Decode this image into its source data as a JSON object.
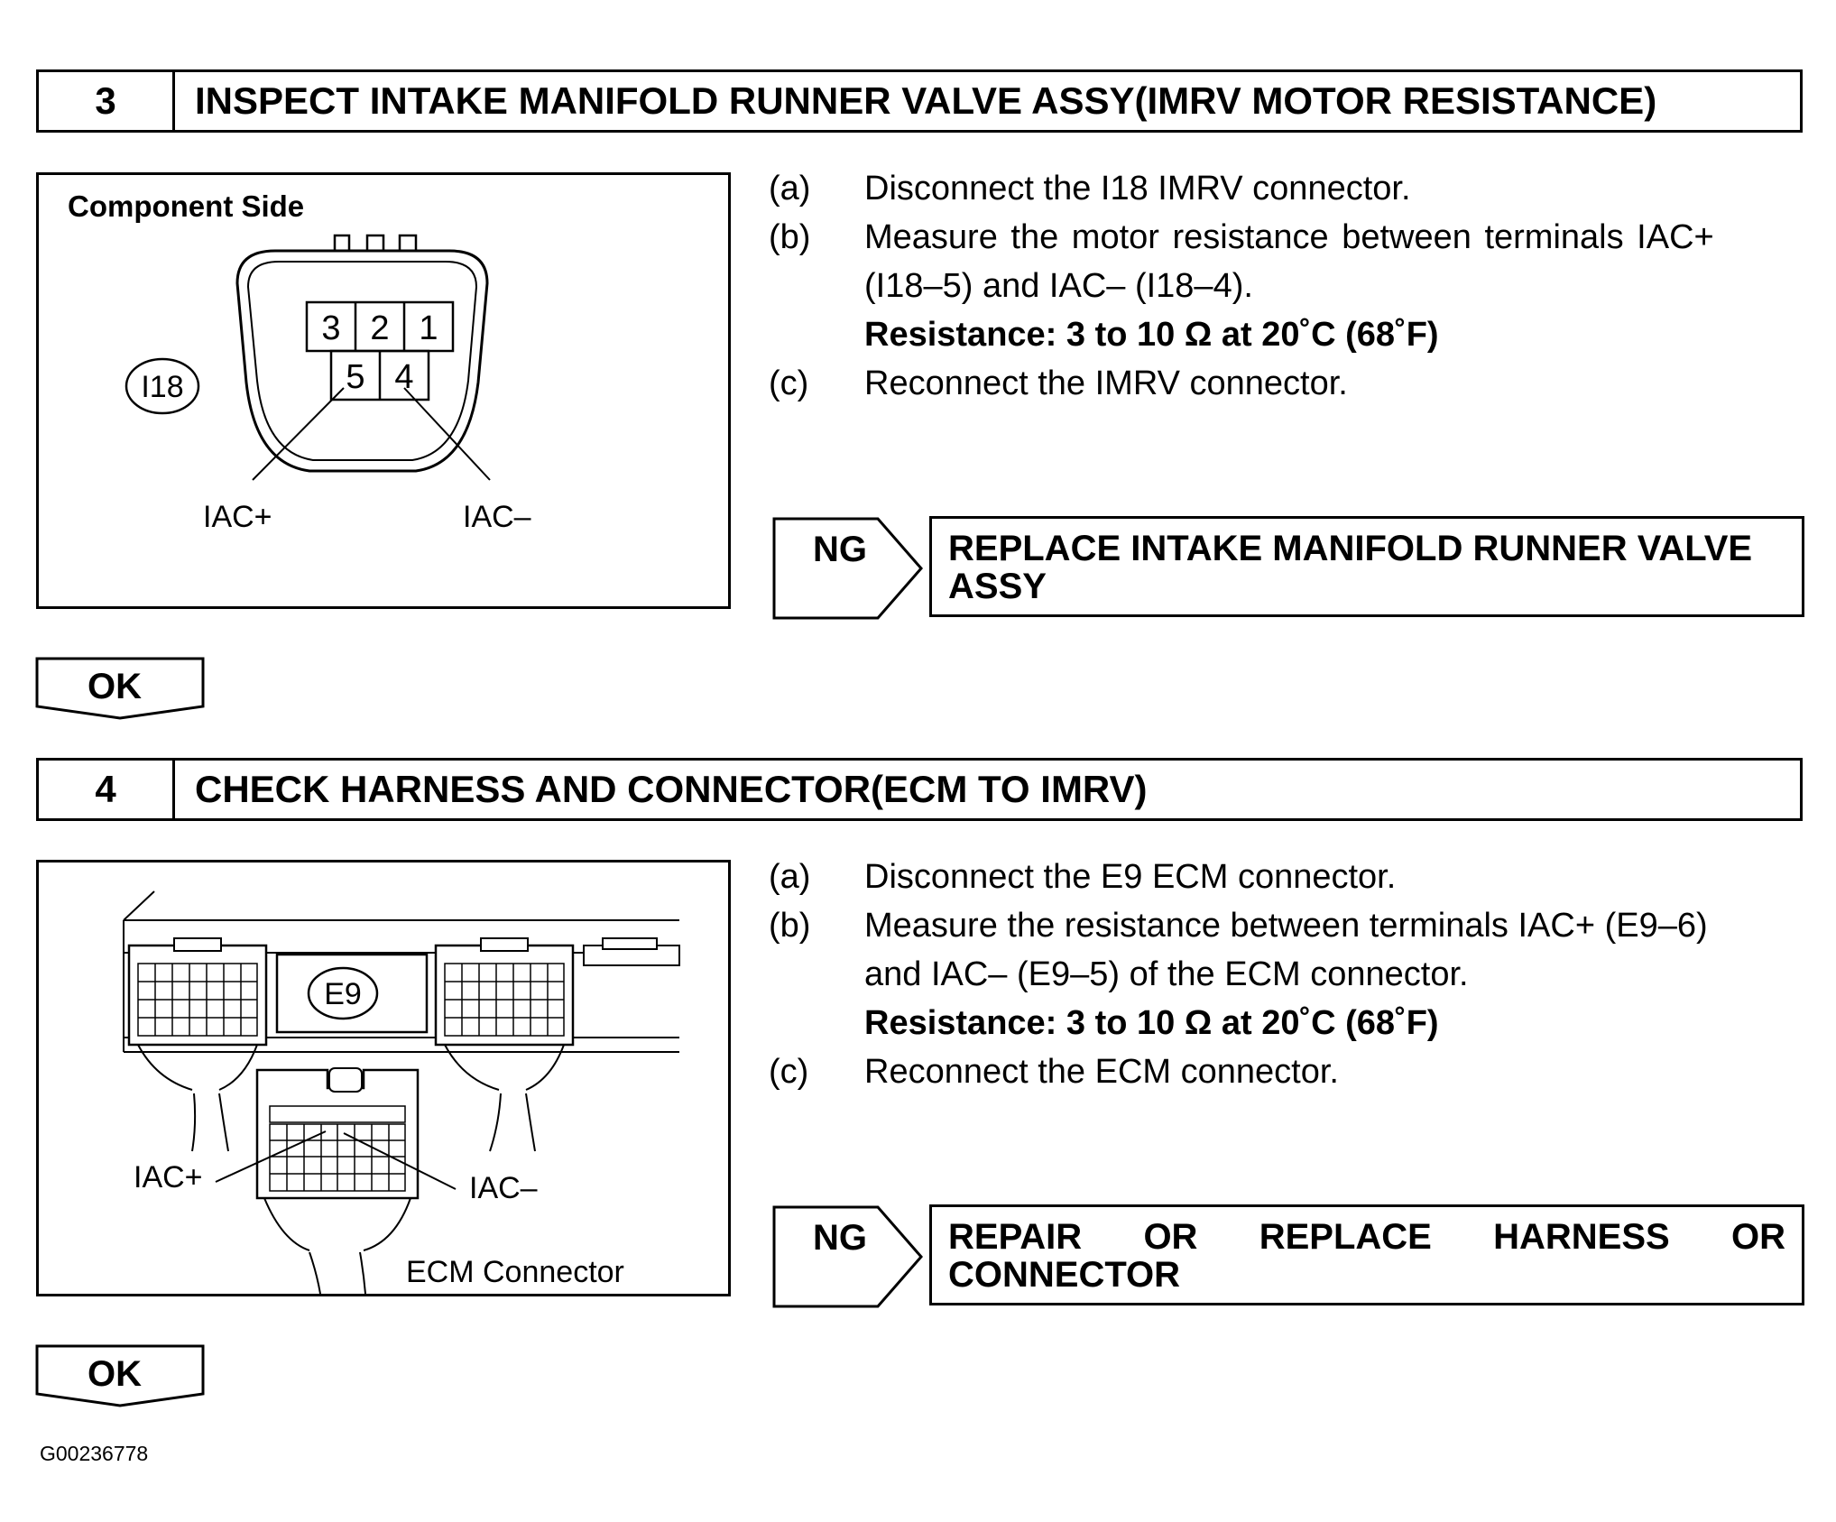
{
  "step3": {
    "number": "3",
    "title": "INSPECT INTAKE MANIFOLD RUNNER VALVE ASSY(IMRV MOTOR RESISTANCE)",
    "figure": {
      "heading": "Component Side",
      "connector_id": "I18",
      "pins_top": [
        "3",
        "2",
        "1"
      ],
      "pins_bottom": [
        "5",
        "4"
      ],
      "label_left": "IAC+",
      "label_right": "IAC–"
    },
    "steps": [
      {
        "label": "(a)",
        "lines": [
          "Disconnect the I18 IMRV connector."
        ]
      },
      {
        "label": "(b)",
        "lines": [
          "Measure the motor resistance between terminals IAC+",
          "(I18–5) and IAC– (I18–4)."
        ]
      },
      {
        "label": "(c)",
        "lines": [
          "Reconnect the IMRV connector."
        ]
      }
    ],
    "spec": "Resistance: 3 to 10 Ω at 20˚C (68˚F)",
    "ng_label": "NG",
    "ng_result_line1": "REPLACE INTAKE MANIFOLD RUNNER VALVE",
    "ng_result_line2": "ASSY",
    "ok_label": "OK"
  },
  "step4": {
    "number": "4",
    "title": "CHECK HARNESS AND CONNECTOR(ECM TO IMRV)",
    "figure": {
      "connector_id": "E9",
      "label_left": "IAC+",
      "label_right": "IAC–",
      "caption": "ECM Connector"
    },
    "steps": [
      {
        "label": "(a)",
        "lines": [
          "Disconnect the E9 ECM connector."
        ]
      },
      {
        "label": "(b)",
        "lines": [
          "Measure the resistance between terminals IAC+ (E9–6)",
          "and IAC– (E9–5) of the ECM connector."
        ]
      },
      {
        "label": "(c)",
        "lines": [
          "Reconnect the ECM connector."
        ]
      }
    ],
    "spec": "Resistance: 3 to 10 Ω at 20˚C (68˚F)",
    "ng_label": "NG",
    "ng_result_words": [
      "REPAIR",
      "OR",
      "REPLACE",
      "HARNESS",
      "OR"
    ],
    "ng_result_line2": "CONNECTOR",
    "ok_label": "OK"
  },
  "footer": {
    "figure_code": "G00236778"
  }
}
